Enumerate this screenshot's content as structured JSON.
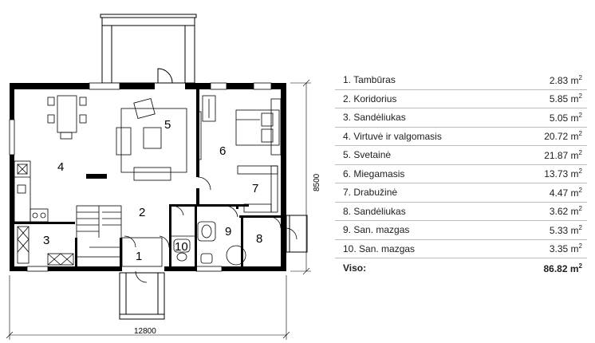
{
  "plan": {
    "room_numbers": [
      "1",
      "2",
      "3",
      "4",
      "5",
      "6",
      "7",
      "8",
      "9",
      "10"
    ],
    "dim_width": "12800",
    "dim_height": "8500"
  },
  "legend": {
    "rooms": [
      {
        "label": "1. Tambūras",
        "area": "2.83 m",
        "unit_exp": "2"
      },
      {
        "label": "2. Koridorius",
        "area": "5.85 m",
        "unit_exp": "2"
      },
      {
        "label": "3. Sandėliukas",
        "area": "5.05 m",
        "unit_exp": "2"
      },
      {
        "label": "4. Virtuvė ir valgomasis",
        "area": "20.72 m",
        "unit_exp": "2"
      },
      {
        "label": "5. Svetainė",
        "area": "21.87 m",
        "unit_exp": "2"
      },
      {
        "label": "6. Miegamasis",
        "area": "13.73 m",
        "unit_exp": "2"
      },
      {
        "label": "7. Drabužinė",
        "area": "4.47 m",
        "unit_exp": "2"
      },
      {
        "label": "8. Sandėliukas",
        "area": "3.62 m",
        "unit_exp": "2"
      },
      {
        "label": "9. San. mazgas",
        "area": "5.33 m",
        "unit_exp": "2"
      },
      {
        "label": "10. San. mazgas",
        "area": "3.35 m",
        "unit_exp": "2"
      }
    ],
    "total_label": "Viso:",
    "total_area": "86.82 m",
    "total_exp": "2"
  }
}
